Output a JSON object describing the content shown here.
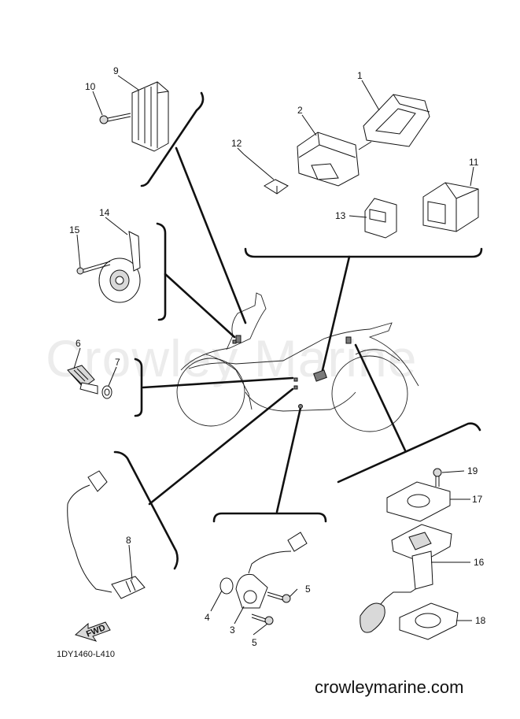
{
  "watermark": "Crowley Marine",
  "diagram_code": "1DY1460-L410",
  "site_footer": "crowleymarine.com",
  "fwd_label": "FWD",
  "callouts": [
    "1",
    "2",
    "3",
    "4",
    "5",
    "5",
    "6",
    "7",
    "8",
    "9",
    "10",
    "11",
    "12",
    "13",
    "14",
    "15",
    "16",
    "17",
    "18",
    "19"
  ]
}
